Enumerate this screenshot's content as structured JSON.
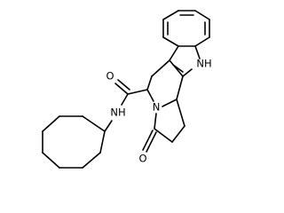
{
  "atom_labels": {
    "indole_nh": "NH",
    "amide_nh": "NH",
    "amide_o": "O",
    "ring_n": "N",
    "lactam_o": "O"
  }
}
